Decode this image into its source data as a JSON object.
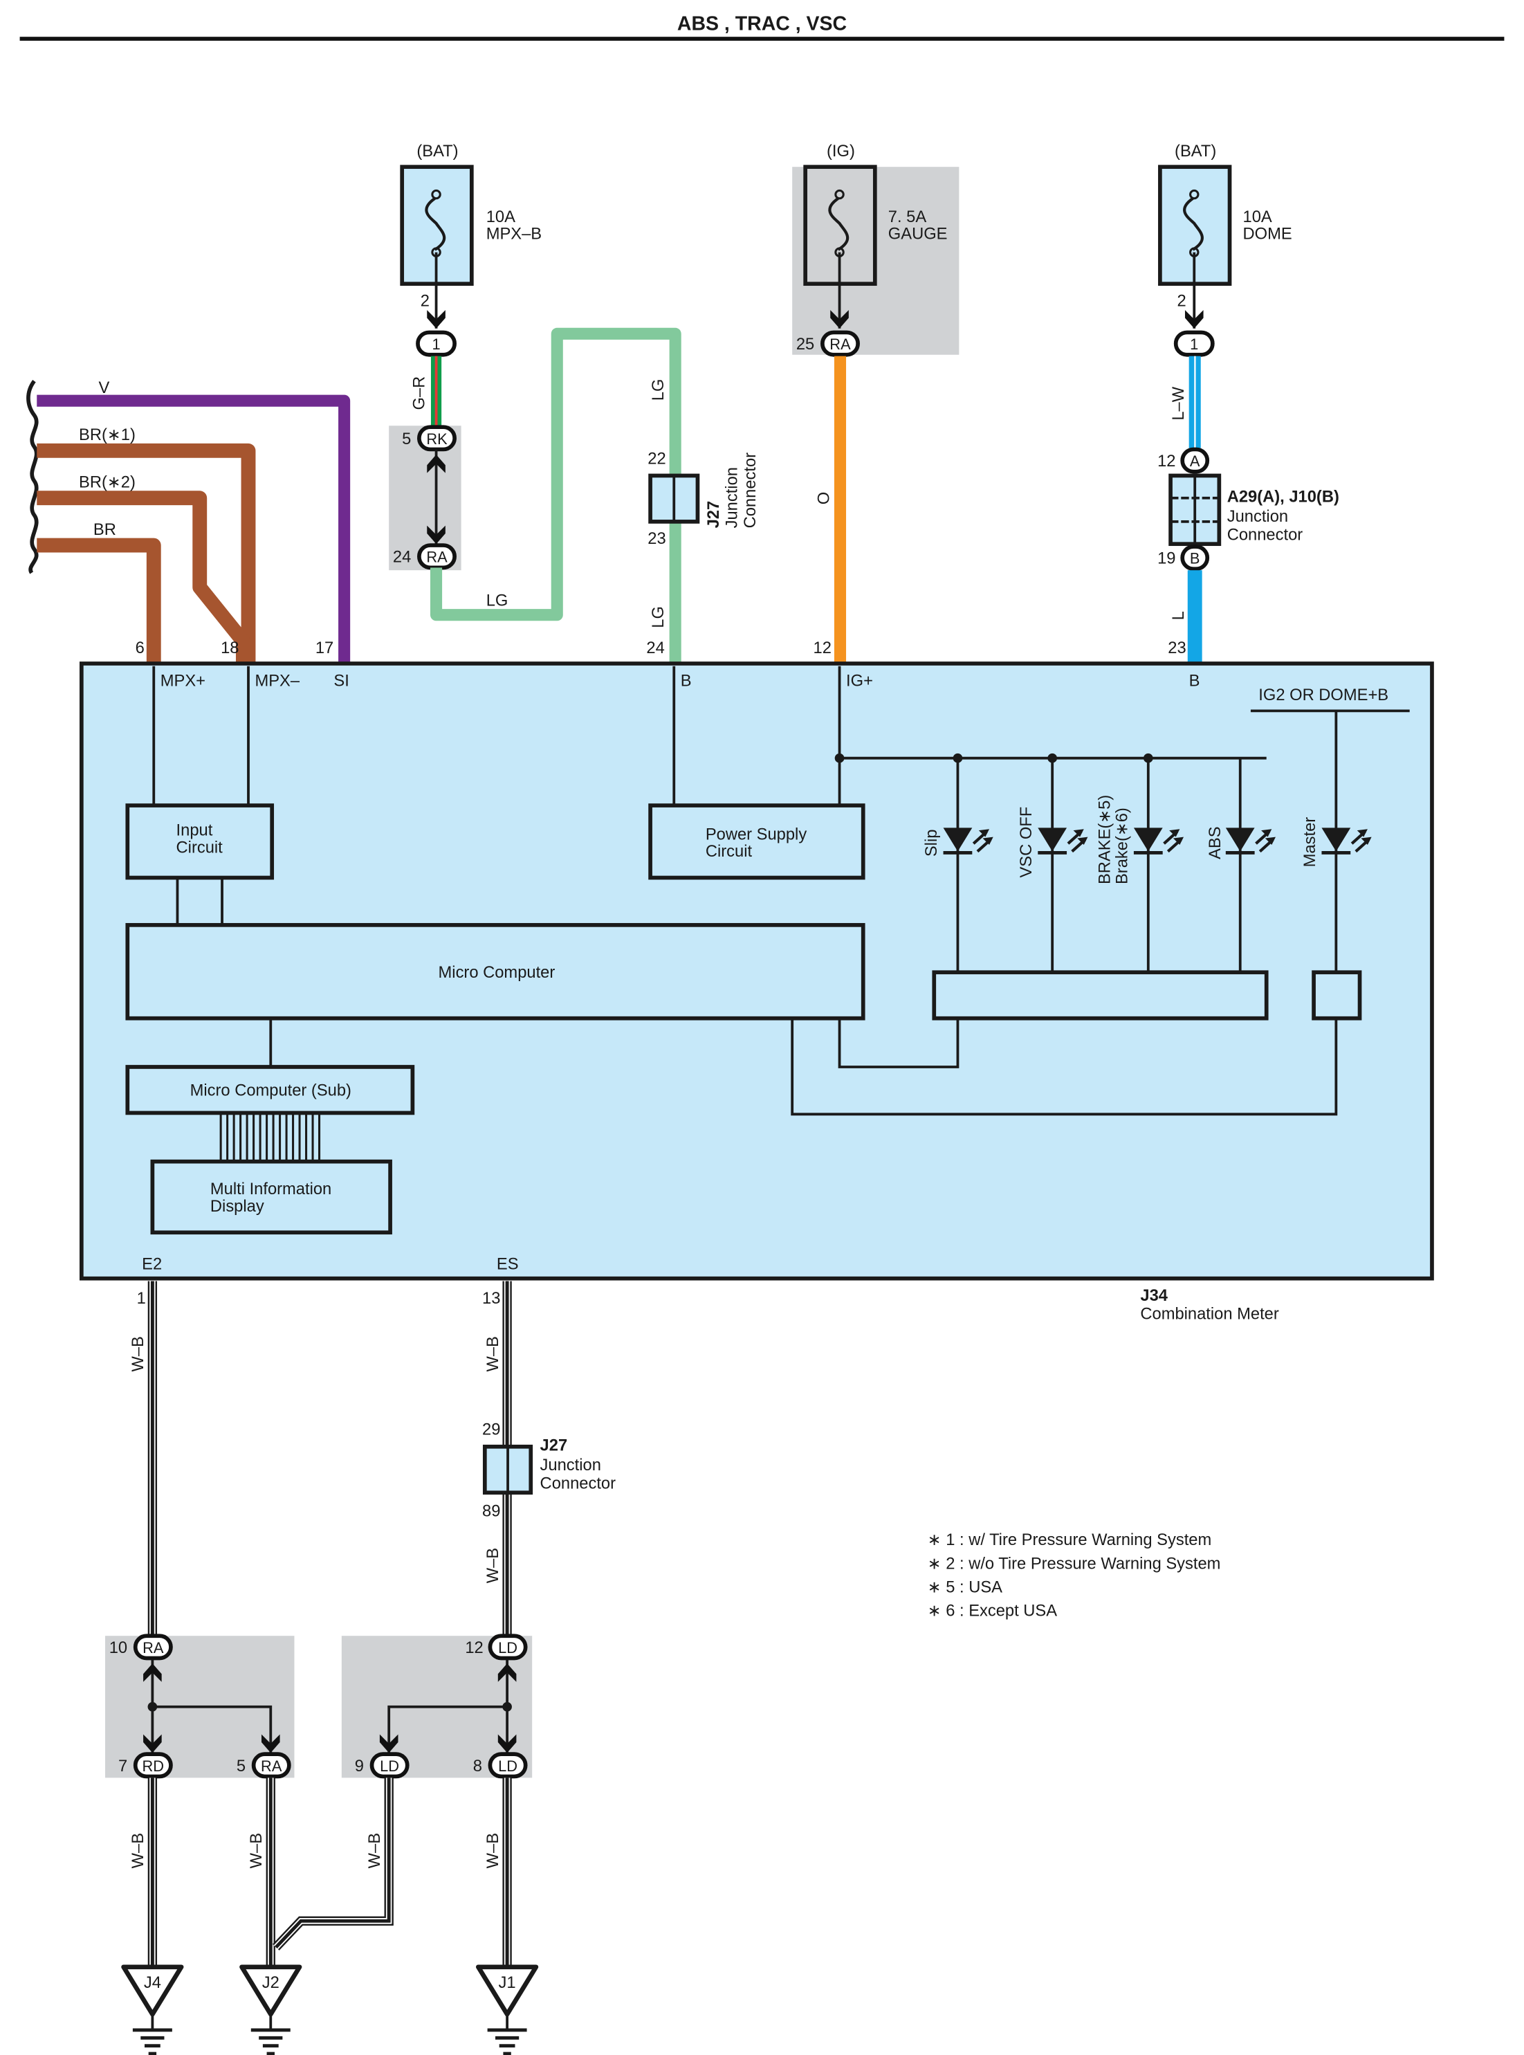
{
  "title": "ABS , TRAC , VSC",
  "colors": {
    "violet": "#6f2a8f",
    "brown": "#a6552f",
    "light_green": "#82c99c",
    "green": "#0f9d4b",
    "red": "#e53935",
    "orange": "#f5931f",
    "blue": "#13a6e6",
    "component_fill": "#c6e8f9",
    "shaded": "#d0d2d4"
  },
  "fuses": [
    {
      "source": "(BAT)",
      "rating": "10A",
      "name": "MPX–B",
      "pin": "2"
    },
    {
      "source": "(IG)",
      "rating": "7. 5A",
      "name": "GAUGE",
      "pin": ""
    },
    {
      "source": "(BAT)",
      "rating": "10A",
      "name": "DOME",
      "pin": "2"
    }
  ],
  "connectors": {
    "mpxb_out": "1",
    "rk": {
      "pin": "5",
      "code": "RK"
    },
    "ra24": {
      "pin": "24",
      "code": "RA"
    },
    "ra25": {
      "pin": "25",
      "code": "RA"
    },
    "dome_out": "1",
    "a": {
      "pin": "12",
      "code": "A"
    },
    "b": {
      "pin": "19",
      "code": "B"
    }
  },
  "wires": {
    "v": "V",
    "br1": "BR(∗1)",
    "br2": "BR(∗2)",
    "br": "BR",
    "gr": "G–R",
    "lg_top": "LG",
    "lg_loop": "LG",
    "lg_bottom": "LG",
    "o": "O",
    "lw": "L–W",
    "l": "L",
    "wb": "W–B"
  },
  "j27_top": {
    "id": "J27",
    "line1": "Junction",
    "line2": "Connector",
    "pin_in": "22",
    "pin_out": "23"
  },
  "a29": {
    "id": "A29(A), J10(B)",
    "line1": "Junction",
    "line2": "Connector"
  },
  "meter": {
    "id": "J34",
    "name": "Combination Meter",
    "pins": {
      "p6": "6",
      "p18": "18",
      "p17": "17",
      "p24": "24",
      "p12": "12",
      "p23": "23",
      "p1": "1",
      "p13": "13"
    },
    "terminals": {
      "mpx_plus": "MPX+",
      "mpx_minus": "MPX–",
      "si": "SI",
      "b1": "B",
      "ig_plus": "IG+",
      "b2": "B",
      "ig2": "IG2 OR DOME+B",
      "e2": "E2",
      "es": "ES"
    },
    "blocks": {
      "input_1": "Input",
      "input_2": "Circuit",
      "power_1": "Power Supply",
      "power_2": "Circuit",
      "micro": "Micro Computer",
      "micro_sub": "Micro Computer (Sub)",
      "mid_1": "Multi Information",
      "mid_2": "Display"
    },
    "indicators": [
      {
        "label": "Slip",
        "label2": ""
      },
      {
        "label": "VSC OFF",
        "label2": ""
      },
      {
        "label": "BRAKE(∗5)",
        "label2": "Brake(∗6)"
      },
      {
        "label": "ABS",
        "label2": ""
      },
      {
        "label": "Master",
        "label2": ""
      }
    ]
  },
  "j27_bottom": {
    "id": "J27",
    "line1": "Junction",
    "line2": "Connector",
    "pin_in": "29",
    "pin_out": "89"
  },
  "splices": {
    "left": {
      "top": {
        "pin": "10",
        "code": "RA"
      },
      "bl": {
        "pin": "7",
        "code": "RD"
      },
      "br": {
        "pin": "5",
        "code": "RA"
      }
    },
    "right": {
      "top": {
        "pin": "12",
        "code": "LD"
      },
      "bl": {
        "pin": "9",
        "code": "LD"
      },
      "br": {
        "pin": "8",
        "code": "LD"
      }
    }
  },
  "grounds": [
    "J4",
    "J2",
    "J1"
  ],
  "notes": [
    "∗ 1 : w/ Tire Pressure Warning System",
    "∗ 2 : w/o Tire Pressure Warning System",
    "∗ 5 : USA",
    "∗ 6 : Except USA"
  ]
}
